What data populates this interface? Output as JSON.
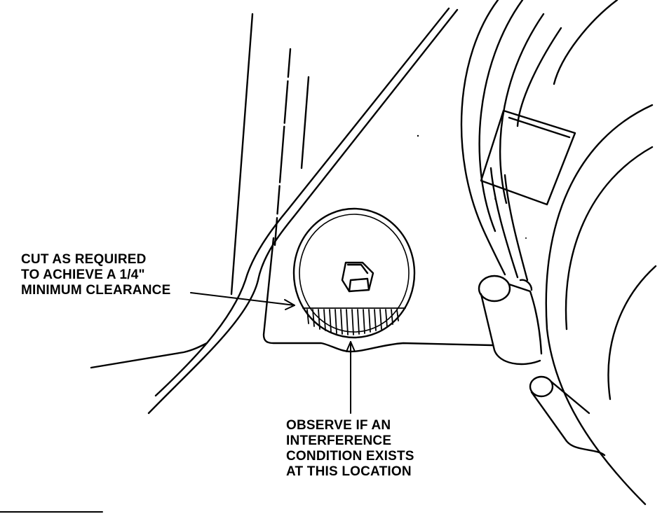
{
  "callouts": {
    "cut_clearance": {
      "lines": [
        "CUT AS REQUIRED",
        "TO ACHIEVE A 1/4\"",
        "MINIMUM CLEARANCE"
      ]
    },
    "observe_interference": {
      "lines": [
        "OBSERVE IF AN",
        "INTERFERENCE",
        "CONDITION EXISTS",
        "AT THIS LOCATION"
      ]
    }
  },
  "colors": {
    "ink": "#000000",
    "paper": "#ffffff"
  }
}
